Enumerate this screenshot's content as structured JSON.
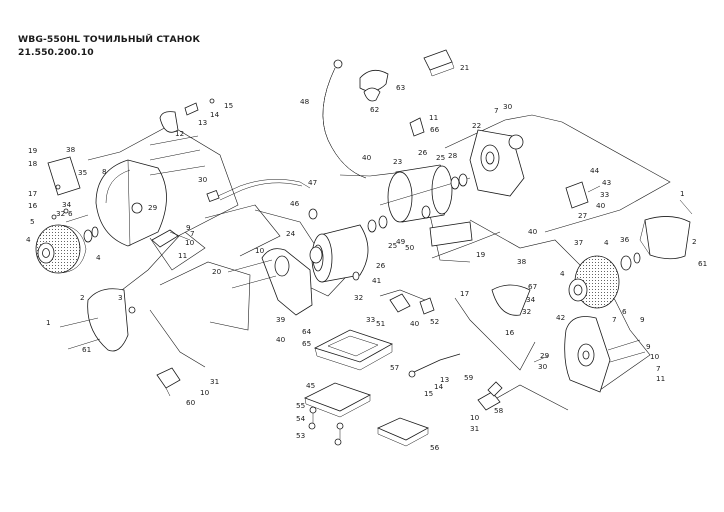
{
  "header": {
    "title_line1": "WBG-550HL ТОЧИЛЬНЫЙ СТАНОК",
    "title_line2": "21.550.200.10"
  },
  "colors": {
    "ink": "#1a1a1a",
    "background": "#ffffff"
  },
  "callouts": [
    "1",
    "2",
    "3",
    "4",
    "5",
    "6",
    "7",
    "8",
    "9",
    "10",
    "11",
    "12",
    "13",
    "14",
    "15",
    "16",
    "17",
    "18",
    "19",
    "20",
    "21",
    "22",
    "23",
    "24",
    "25",
    "26",
    "27",
    "28",
    "29",
    "30",
    "31",
    "32",
    "33",
    "34",
    "35",
    "36",
    "37",
    "38",
    "39",
    "40",
    "41",
    "42",
    "43",
    "44",
    "45",
    "46",
    "47",
    "48",
    "49",
    "50",
    "51",
    "52",
    "53",
    "54",
    "55",
    "56",
    "57",
    "58",
    "59",
    "60",
    "61",
    "62",
    "63",
    "64",
    "65",
    "66",
    "67"
  ]
}
